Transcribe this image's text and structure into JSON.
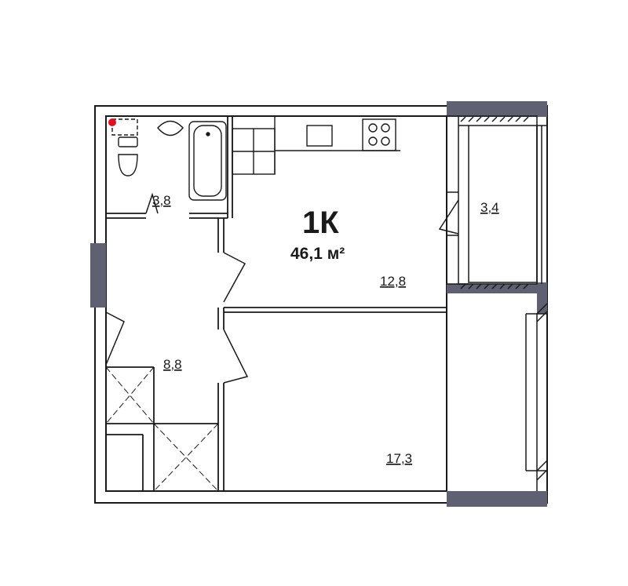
{
  "plan": {
    "type_label": "1К",
    "total_area": "46,1 м²",
    "rooms": {
      "bathroom": "3,8",
      "kitchen": "12,8",
      "balcony": "3,4",
      "hallway": "8,8",
      "bedroom": "17,3"
    },
    "colors": {
      "wall": "#1a1a1a",
      "window": "#5f6172",
      "background": "#ffffff",
      "marker": "#e0101e"
    }
  }
}
